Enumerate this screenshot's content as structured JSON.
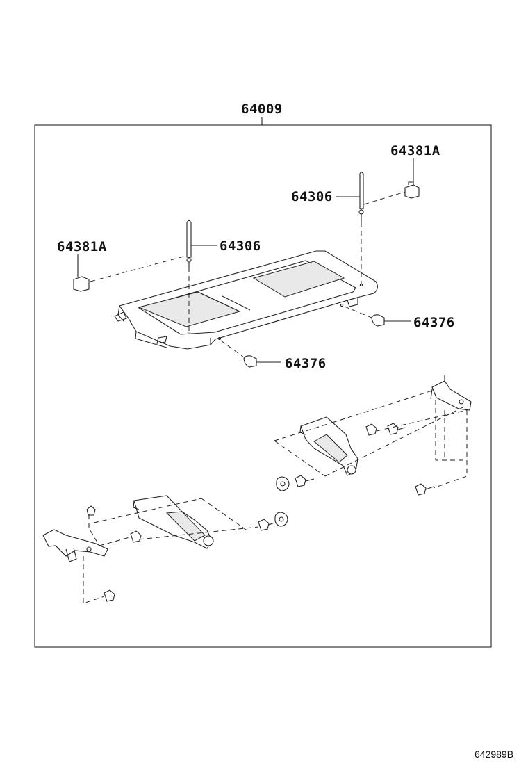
{
  "diagram": {
    "assembly_label": "64009",
    "diagram_id": "642989B",
    "callouts": {
      "clip_right": "64381A",
      "clip_left": "64381A",
      "rod_right": "64306",
      "rod_left": "64306",
      "stopper_right": "64376",
      "stopper_lower": "64376"
    }
  }
}
